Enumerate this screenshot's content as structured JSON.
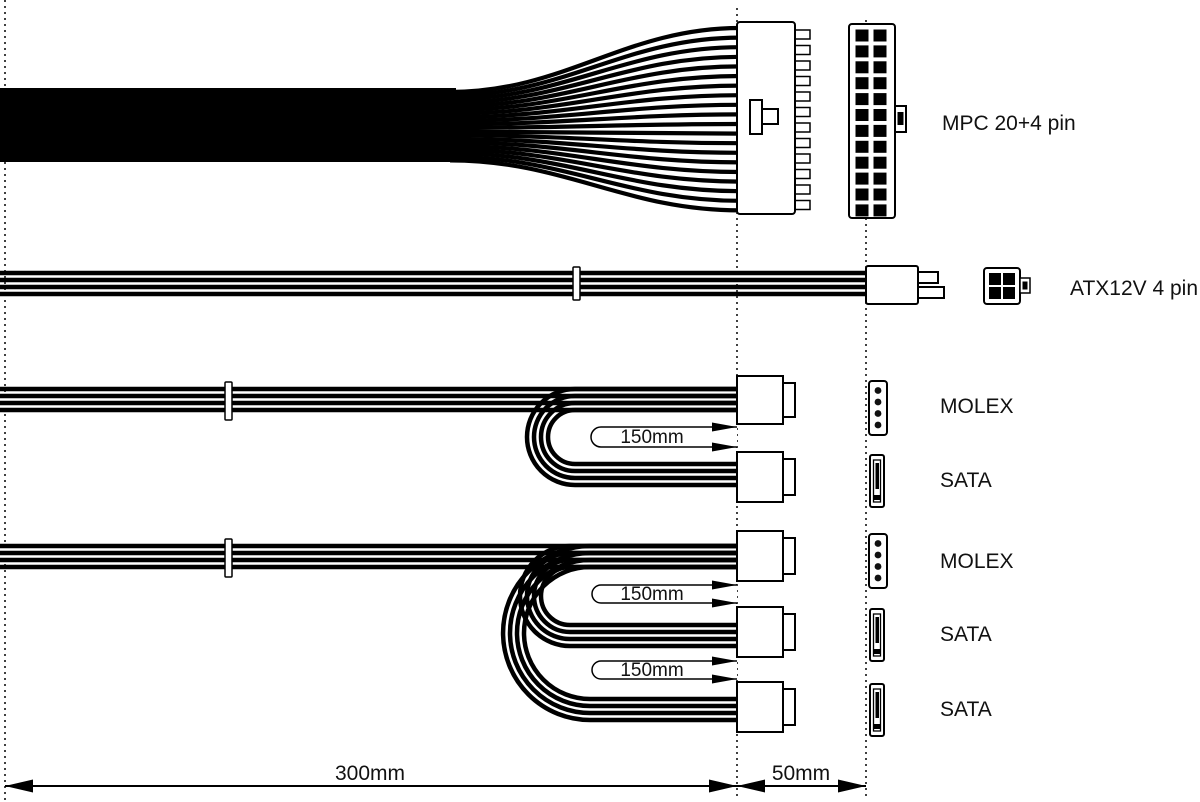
{
  "connectors": [
    {
      "id": "mpc",
      "label": "MPC 20+4 pin"
    },
    {
      "id": "atx12v",
      "label": "ATX12V 4 pin"
    },
    {
      "id": "molex-1",
      "label": "MOLEX"
    },
    {
      "id": "sata-1",
      "label": "SATA"
    },
    {
      "id": "molex-2",
      "label": "MOLEX"
    },
    {
      "id": "sata-2",
      "label": "SATA"
    },
    {
      "id": "sata-3",
      "label": "SATA"
    }
  ],
  "dimensions": {
    "loop1": "150mm",
    "loop2": "150mm",
    "loop3": "150mm",
    "main": "300mm",
    "tail": "50mm"
  },
  "colors": {
    "wire": "#000000",
    "background": "#ffffff",
    "text": "#111111"
  }
}
